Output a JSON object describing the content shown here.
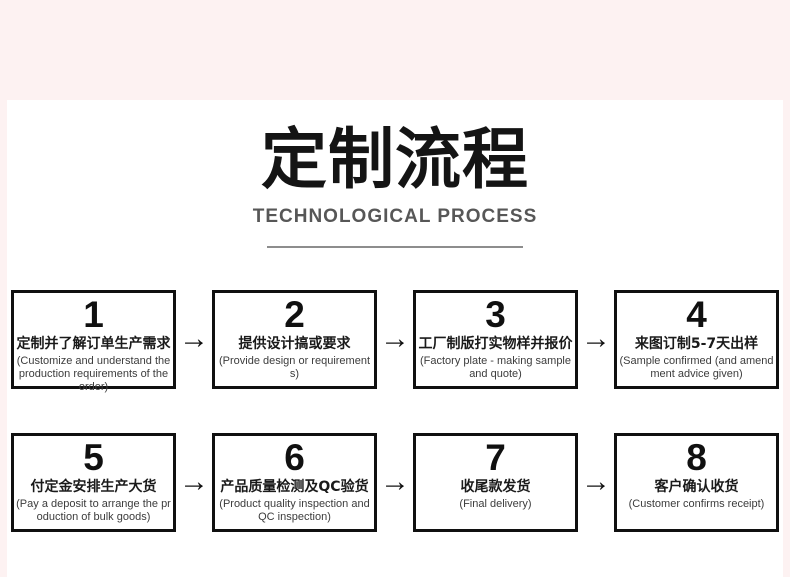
{
  "colors": {
    "background": "#fdf2f2",
    "panel": "#ffffff",
    "box_border": "#111111",
    "subtitle_gray": "#575757",
    "divider_gray": "#8d8d8d"
  },
  "header": {
    "title_zh": "定制流程",
    "subtitle_en": "TECHNOLOGICAL PROCESS"
  },
  "icons": {
    "arrow_right": "→"
  },
  "steps": [
    {
      "number": "1",
      "title_zh": "定制并了解订单生产需求",
      "desc_en": "(Customize and understand the production requirements of the order)"
    },
    {
      "number": "2",
      "title_zh": "提供设计搞或要求",
      "desc_en": "(Provide design or requirements)"
    },
    {
      "number": "3",
      "title_zh": "工厂制版打实物样并报价",
      "desc_en": "(Factory plate - making sample and quote)"
    },
    {
      "number": "4",
      "title_zh": "来图订制5-7天出样",
      "desc_en": "(Sample confirmed (and amendment advice given)"
    },
    {
      "number": "5",
      "title_zh": "付定金安排生产大货",
      "desc_en": "(Pay a deposit to arrange the production of bulk goods)"
    },
    {
      "number": "6",
      "title_zh": "产品质量检测及QC验货",
      "desc_en": "(Product quality inspection and QC inspection)"
    },
    {
      "number": "7",
      "title_zh": "收尾款发货",
      "desc_en": "(Final delivery)"
    },
    {
      "number": "8",
      "title_zh": "客户确认收货",
      "desc_en": "(Customer confirms receipt)"
    }
  ]
}
